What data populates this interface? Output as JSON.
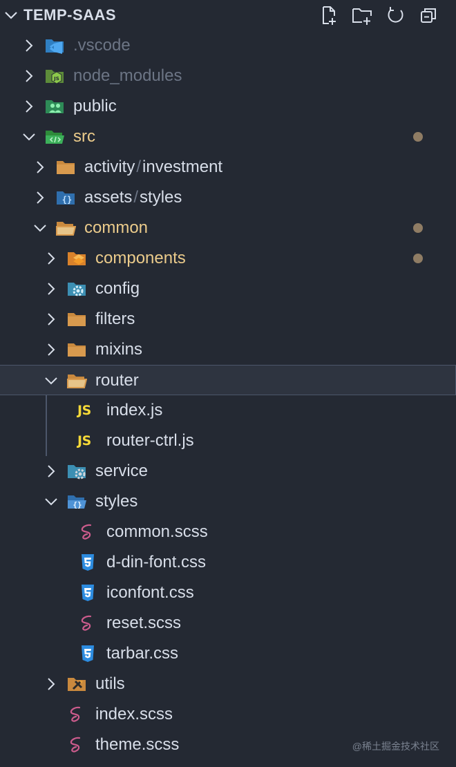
{
  "explorer": {
    "title": "TEMP-SAAS",
    "actions": [
      "new-file",
      "new-folder",
      "refresh",
      "collapse-all"
    ]
  },
  "tree": [
    {
      "label": ".vscode",
      "depth": 0,
      "expanded": false,
      "folder": true,
      "icon": "vscode-folder-icon",
      "dim": true
    },
    {
      "label": "node_modules",
      "depth": 0,
      "expanded": false,
      "folder": true,
      "icon": "node-folder-icon",
      "dim": true
    },
    {
      "label": "public",
      "depth": 0,
      "expanded": false,
      "folder": true,
      "icon": "public-folder-icon"
    },
    {
      "label": "src",
      "depth": 0,
      "expanded": true,
      "folder": true,
      "icon": "src-folder-icon",
      "modified": true,
      "dot": true
    },
    {
      "label": "activity",
      "label2": "investment",
      "depth": 1,
      "expanded": false,
      "folder": true,
      "icon": "folder-icon"
    },
    {
      "label": "assets",
      "label2": "styles",
      "depth": 1,
      "expanded": false,
      "folder": true,
      "icon": "styles-folder-icon"
    },
    {
      "label": "common",
      "depth": 1,
      "expanded": true,
      "folder": true,
      "icon": "folder-open-icon",
      "modified": true,
      "dot": true
    },
    {
      "label": "components",
      "depth": 2,
      "expanded": false,
      "folder": true,
      "icon": "components-folder-icon",
      "modified": true,
      "dot": true
    },
    {
      "label": "config",
      "depth": 2,
      "expanded": false,
      "folder": true,
      "icon": "config-folder-icon"
    },
    {
      "label": "filters",
      "depth": 2,
      "expanded": false,
      "folder": true,
      "icon": "folder-icon"
    },
    {
      "label": "mixins",
      "depth": 2,
      "expanded": false,
      "folder": true,
      "icon": "folder-icon"
    },
    {
      "label": "router",
      "depth": 2,
      "expanded": true,
      "folder": true,
      "icon": "folder-open-icon",
      "selected": true
    },
    {
      "label": "index.js",
      "depth": 3,
      "folder": false,
      "icon": "js-file-icon"
    },
    {
      "label": "router-ctrl.js",
      "depth": 3,
      "folder": false,
      "icon": "js-file-icon"
    },
    {
      "label": "service",
      "depth": 2,
      "expanded": false,
      "folder": true,
      "icon": "service-folder-icon"
    },
    {
      "label": "styles",
      "depth": 2,
      "expanded": true,
      "folder": true,
      "icon": "styles-folder-open-icon"
    },
    {
      "label": "common.scss",
      "depth": 3,
      "folder": false,
      "icon": "sass-file-icon"
    },
    {
      "label": "d-din-font.css",
      "depth": 3,
      "folder": false,
      "icon": "css-file-icon"
    },
    {
      "label": "iconfont.css",
      "depth": 3,
      "folder": false,
      "icon": "css-file-icon"
    },
    {
      "label": "reset.scss",
      "depth": 3,
      "folder": false,
      "icon": "sass-file-icon"
    },
    {
      "label": "tarbar.css",
      "depth": 3,
      "folder": false,
      "icon": "css-file-icon"
    },
    {
      "label": "utils",
      "depth": 2,
      "expanded": false,
      "folder": true,
      "icon": "utils-folder-icon"
    },
    {
      "label": "index.scss",
      "depth": 2,
      "folder": false,
      "icon": "sass-file-icon"
    },
    {
      "label": "theme.scss",
      "depth": 2,
      "folder": false,
      "icon": "sass-file-icon"
    }
  ],
  "colors": {
    "background": "#242933",
    "text": "#d8dee9",
    "modified": "#ebcb8b",
    "dot": "#8f7c64",
    "folder": "#d89a4e",
    "js": "#f5d938",
    "css": "#2d8ce0",
    "sass": "#cd5c8d"
  },
  "watermark": "@稀土掘金技术社区"
}
